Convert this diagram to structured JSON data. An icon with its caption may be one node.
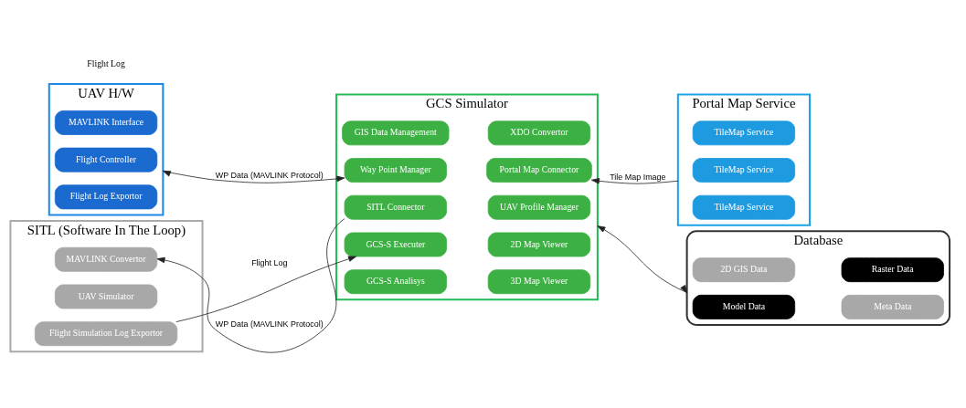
{
  "diagram": {
    "nodes": [
      {
        "text": [
          "UAV H/W"
        ]
      },
      {
        "text": [
          "MAVLINK Interface"
        ],
        "in": 0
      },
      {
        "text": [
          "Flight Controller"
        ],
        "in": 0
      },
      {
        "text": [
          "Flight Log Exportor"
        ],
        "in": 0
      },
      {
        "text": [
          "SITL (Software In The Loop)"
        ]
      },
      {
        "text": [
          "MAVLINK Convertor"
        ],
        "in": 4
      },
      {
        "text": [
          "UAV Simulator"
        ],
        "in": 4
      },
      {
        "text": [
          "Flight Simulation Log Exportor"
        ],
        "in": 4
      },
      {
        "text": [
          "GCS Simulator"
        ]
      },
      {
        "text": [
          "GIS Data Management"
        ],
        "in": 8
      },
      {
        "text": [
          "XDO Convertor"
        ],
        "in": 8
      },
      {
        "text": [
          "Way Point Manager"
        ],
        "in": 8
      },
      {
        "text": [
          "Portal Map Connector"
        ],
        "in": 8
      },
      {
        "text": [
          "SITL Connector"
        ],
        "in": 8
      },
      {
        "text": [
          "UAV Profile Manager"
        ],
        "in": 8
      },
      {
        "text": [
          "GCS-S Executer"
        ],
        "in": 8
      },
      {
        "text": [
          "2D Map Viewer"
        ],
        "in": 8
      },
      {
        "text": [
          "GCS-S Analisys"
        ],
        "in": 8
      },
      {
        "text": [
          "3D Map Viewer"
        ],
        "in": 8
      },
      {
        "text": [
          "Portal Map Service"
        ]
      },
      {
        "text": [
          "TileMap Service"
        ],
        "in": 19
      },
      {
        "text": [
          "TileMap Service"
        ],
        "in": 19
      },
      {
        "text": [
          "TileMap Service"
        ],
        "in": 19
      },
      {
        "text": [
          "Database"
        ]
      },
      {
        "text": [
          "2D GIS Data"
        ],
        "in": 23
      },
      {
        "text": [
          "Raster Data"
        ],
        "in": 23
      },
      {
        "text": [
          "Model Data"
        ],
        "in": 23
      },
      {
        "text": [
          "Meta Data"
        ],
        "in": 23
      }
    ],
    "edges": [
      {
        "from": 0,
        "to": 11,
        "arrow": "both",
        "label": "WP Data (MAVLINK Protocol)"
      },
      {
        "from": 13,
        "to": 5,
        "arrow": "to",
        "label": "WP Data (MAVLINK Protocol)"
      },
      {
        "from": 7,
        "to": 15,
        "arrow": "to",
        "label": "Flight Log"
      },
      {
        "from": 19,
        "to": 12,
        "arrow": "to",
        "label": "Tile Map Image"
      },
      {
        "from": 23,
        "to": 8,
        "arrow": "both"
      }
    ],
    "labels": [
      "Flight Log"
    ]
  }
}
